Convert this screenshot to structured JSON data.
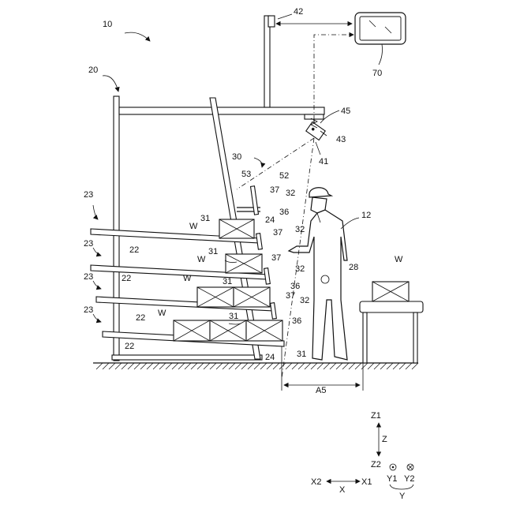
{
  "labels": {
    "system": "10",
    "frame": "20",
    "rack": "30",
    "conveyor_support": "28",
    "worker": "12",
    "display": "70",
    "camera": "42",
    "sensor_upper": "45",
    "sensor_body": "43",
    "sensor_lens": "41",
    "marker_a": "53",
    "marker_b": "52",
    "shelf_unit": "23",
    "shelf": "22",
    "stopper": "24",
    "slot": "31",
    "bin": "32",
    "tag": "37",
    "bracket": "36",
    "workpiece": "W",
    "area": "A5"
  },
  "axes": {
    "z1": "Z1",
    "z": "Z",
    "z2": "Z2",
    "x2": "X2",
    "x": "X",
    "x1": "X1",
    "y1": "Y1",
    "y2": "Y2",
    "y": "Y"
  }
}
